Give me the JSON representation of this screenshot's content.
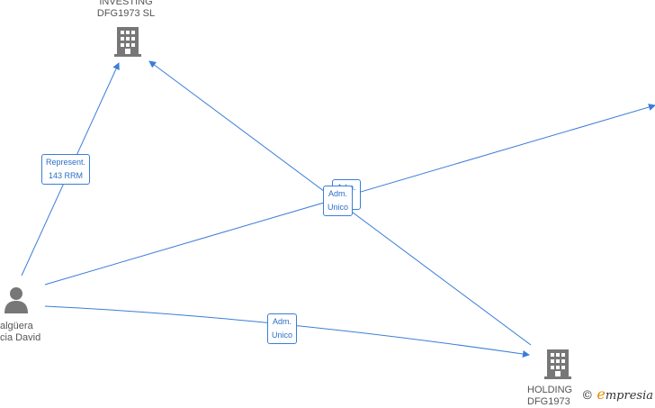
{
  "nodes": {
    "company_top": {
      "line1": "INVESTING",
      "line2": "DFG1973  SL"
    },
    "company_bottom": {
      "line1": "HOLDING",
      "line2": "DFG1973"
    },
    "person": {
      "line1": "algüera",
      "line2": "cia David"
    }
  },
  "edges": {
    "represent": {
      "line1": "Represent.",
      "line2": "143 RRM"
    },
    "adm_center_back": {
      "line1": "Adm."
    },
    "adm_center": {
      "line1": "Adm.",
      "line2": "Unico"
    },
    "adm_bottom": {
      "line1": "Adm.",
      "line2": "Unico"
    }
  },
  "brand": {
    "copyright": "©",
    "initial": "e",
    "name": "mpresia"
  },
  "colors": {
    "edge": "#3b7dd8",
    "icon": "#777777"
  }
}
